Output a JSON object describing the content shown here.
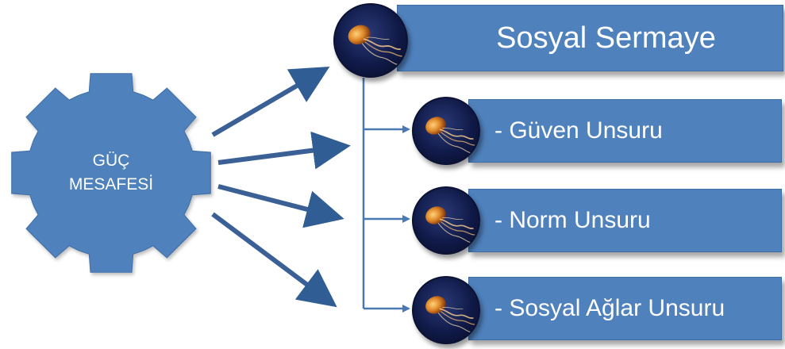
{
  "gear": {
    "line1": "GÜÇ",
    "line2": "MESAFESİ"
  },
  "main_box": {
    "label": "Sosyal Sermaye"
  },
  "sub_items": [
    {
      "label": "- Güven Unsuru"
    },
    {
      "label": "- Norm Unsuru"
    },
    {
      "label": "- Sosyal Ağlar Unsuru"
    }
  ],
  "colors": {
    "box_fill": "#4f81bd",
    "gear_fill": "#4f81bd",
    "arrow": "#3a6096",
    "text": "#ffffff"
  },
  "icons": {
    "gear": "gear-icon",
    "orb": "jellyfish-orb-icon"
  }
}
